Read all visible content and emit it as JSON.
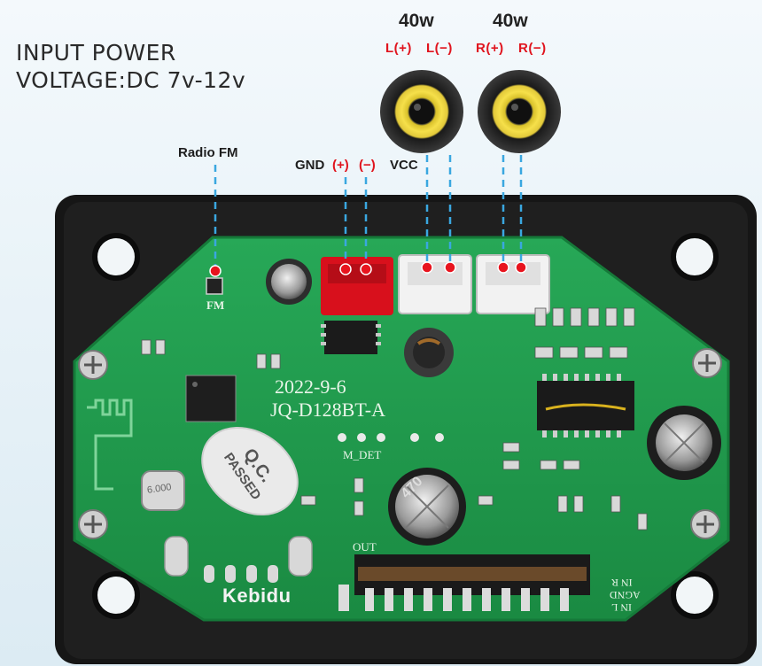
{
  "info": {
    "line1": "INPUT POWER",
    "line2": "VOLTAGE:DC 7v-12v"
  },
  "speakers": [
    {
      "watt": "40w",
      "plus": "L(+)",
      "minus": "L(−)"
    },
    {
      "watt": "40w",
      "plus": "R(+)",
      "minus": "R(−)"
    }
  ],
  "labels": {
    "radio": "Radio FM",
    "gnd": "GND",
    "power_plus": "(+)",
    "power_minus": "(−)",
    "vcc": "VCC"
  },
  "board": {
    "date": "2022-9-6",
    "model": "JQ-D128BT-A",
    "m_det": "M_DET",
    "out": "OUT",
    "fm": "FM",
    "in_r": "IN R",
    "agnd": "AGND",
    "in_l": "IN L",
    "crystal": "6.000",
    "cap": "470"
  },
  "qc_sticker": {
    "line1": "Q.C.",
    "line2": "PASSED"
  },
  "brand": "Kebidu",
  "colors": {
    "pcb": "#1f9a4c",
    "case": "#141414",
    "connector_red": "#e0141e",
    "dashed_line": "#3aa7e0",
    "speaker_cone": "#f6e04a"
  }
}
